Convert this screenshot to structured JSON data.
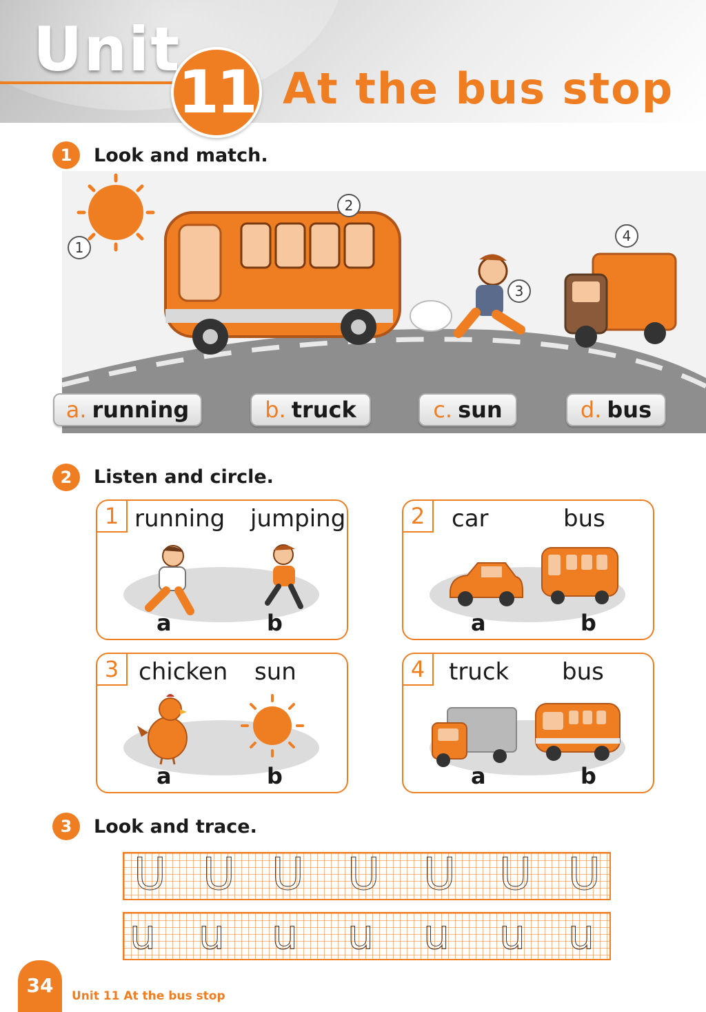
{
  "header": {
    "unit_word": "Unit",
    "unit_number": "11",
    "title": "At the bus stop"
  },
  "section1": {
    "number": "1",
    "title": "Look and match.",
    "markers": [
      "1",
      "2",
      "3",
      "4"
    ],
    "options": [
      {
        "letter": "a.",
        "word": "running"
      },
      {
        "letter": "b.",
        "word": "truck"
      },
      {
        "letter": "c.",
        "word": "sun"
      },
      {
        "letter": "d.",
        "word": "bus"
      }
    ]
  },
  "section2": {
    "number": "2",
    "title": "Listen and circle.",
    "items": [
      {
        "num": "1",
        "a_word": "running",
        "b_word": "jumping",
        "a_label": "a",
        "b_label": "b",
        "a_icon": "running-boy-icon",
        "b_icon": "jumping-girl-icon"
      },
      {
        "num": "2",
        "a_word": "car",
        "b_word": "bus",
        "a_label": "a",
        "b_label": "b",
        "a_icon": "car-icon",
        "b_icon": "bus-icon"
      },
      {
        "num": "3",
        "a_word": "chicken",
        "b_word": "sun",
        "a_label": "a",
        "b_label": "b",
        "a_icon": "chicken-icon",
        "b_icon": "sun-icon"
      },
      {
        "num": "4",
        "a_word": "truck",
        "b_word": "bus",
        "a_label": "a",
        "b_label": "b",
        "a_icon": "truck-icon",
        "b_icon": "bus-icon"
      }
    ]
  },
  "section3": {
    "number": "3",
    "title": "Look and trace.",
    "row1_letter": "U",
    "row2_letter": "u"
  },
  "footer": {
    "page_number": "34",
    "text": "Unit 11  At the bus stop"
  },
  "colors": {
    "accent": "#ef7d22",
    "text": "#1a1a1a"
  }
}
